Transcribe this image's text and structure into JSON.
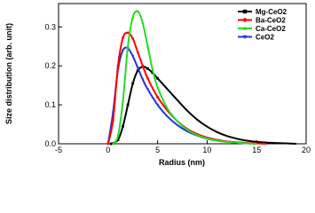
{
  "chart_data": {
    "type": "line",
    "xlabel": "Radius (nm)",
    "ylabel": "Size distribution (arb. unit)",
    "xlim": [
      -5,
      20
    ],
    "ylim": [
      0,
      0.36
    ],
    "xticks": [
      "-5",
      "0",
      "5",
      "10",
      "15",
      "20"
    ],
    "yticks": [
      "0.0",
      "0.1",
      "0.2",
      "0.3"
    ],
    "legend_position": "top-right",
    "grid": false,
    "series": [
      {
        "name": "Mg-CeO2",
        "color": "#000000",
        "marker": "square",
        "x": [
          0.3,
          1.0,
          1.5,
          2.0,
          2.5,
          3.0,
          3.5,
          4.0,
          4.5,
          5.0,
          6.0,
          7.0,
          8.0,
          9.0,
          10.0,
          11.0,
          12.0,
          13.0,
          14.0,
          15.0,
          16.0,
          17.0,
          18.0,
          19.0
        ],
        "y": [
          0.0,
          0.01,
          0.045,
          0.1,
          0.155,
          0.188,
          0.198,
          0.193,
          0.182,
          0.168,
          0.14,
          0.112,
          0.085,
          0.062,
          0.044,
          0.03,
          0.02,
          0.013,
          0.008,
          0.005,
          0.003,
          0.002,
          0.001,
          0.0
        ]
      },
      {
        "name": "Ba-CeO2",
        "color": "#ff0000",
        "marker": "circle",
        "x": [
          0.0,
          0.5,
          1.0,
          1.5,
          2.0,
          2.5,
          3.0,
          3.5,
          4.0,
          5.0,
          6.0,
          7.0,
          8.0,
          9.0,
          10.0,
          11.0,
          12.0,
          13.0,
          14.0,
          15.0,
          16.0
        ],
        "y": [
          0.0,
          0.06,
          0.2,
          0.272,
          0.285,
          0.27,
          0.235,
          0.2,
          0.168,
          0.12,
          0.085,
          0.058,
          0.038,
          0.025,
          0.016,
          0.01,
          0.006,
          0.004,
          0.002,
          0.001,
          0.0
        ]
      },
      {
        "name": "Ca-CeO2",
        "color": "#22dd22",
        "marker": "triangle",
        "x": [
          0.5,
          1.0,
          1.5,
          2.0,
          2.5,
          3.0,
          3.5,
          4.0,
          4.5,
          5.0,
          6.0,
          7.0,
          8.0,
          9.0,
          10.0,
          11.0,
          12.0,
          13.0,
          14.0,
          15.0
        ],
        "y": [
          0.0,
          0.02,
          0.11,
          0.25,
          0.325,
          0.34,
          0.31,
          0.25,
          0.19,
          0.145,
          0.09,
          0.058,
          0.036,
          0.022,
          0.014,
          0.008,
          0.005,
          0.003,
          0.001,
          0.0
        ]
      },
      {
        "name": "CeO2",
        "color": "#2233dd",
        "marker": "triangle-down",
        "x": [
          0.0,
          0.5,
          1.0,
          1.5,
          2.0,
          2.5,
          3.0,
          3.5,
          4.0,
          5.0,
          6.0,
          7.0,
          8.0,
          9.0,
          10.0,
          11.0,
          12.0,
          13.0,
          14.0,
          15.0
        ],
        "y": [
          0.0,
          0.08,
          0.19,
          0.24,
          0.245,
          0.225,
          0.195,
          0.165,
          0.14,
          0.1,
          0.07,
          0.048,
          0.032,
          0.021,
          0.013,
          0.008,
          0.005,
          0.003,
          0.001,
          0.0
        ]
      }
    ]
  }
}
